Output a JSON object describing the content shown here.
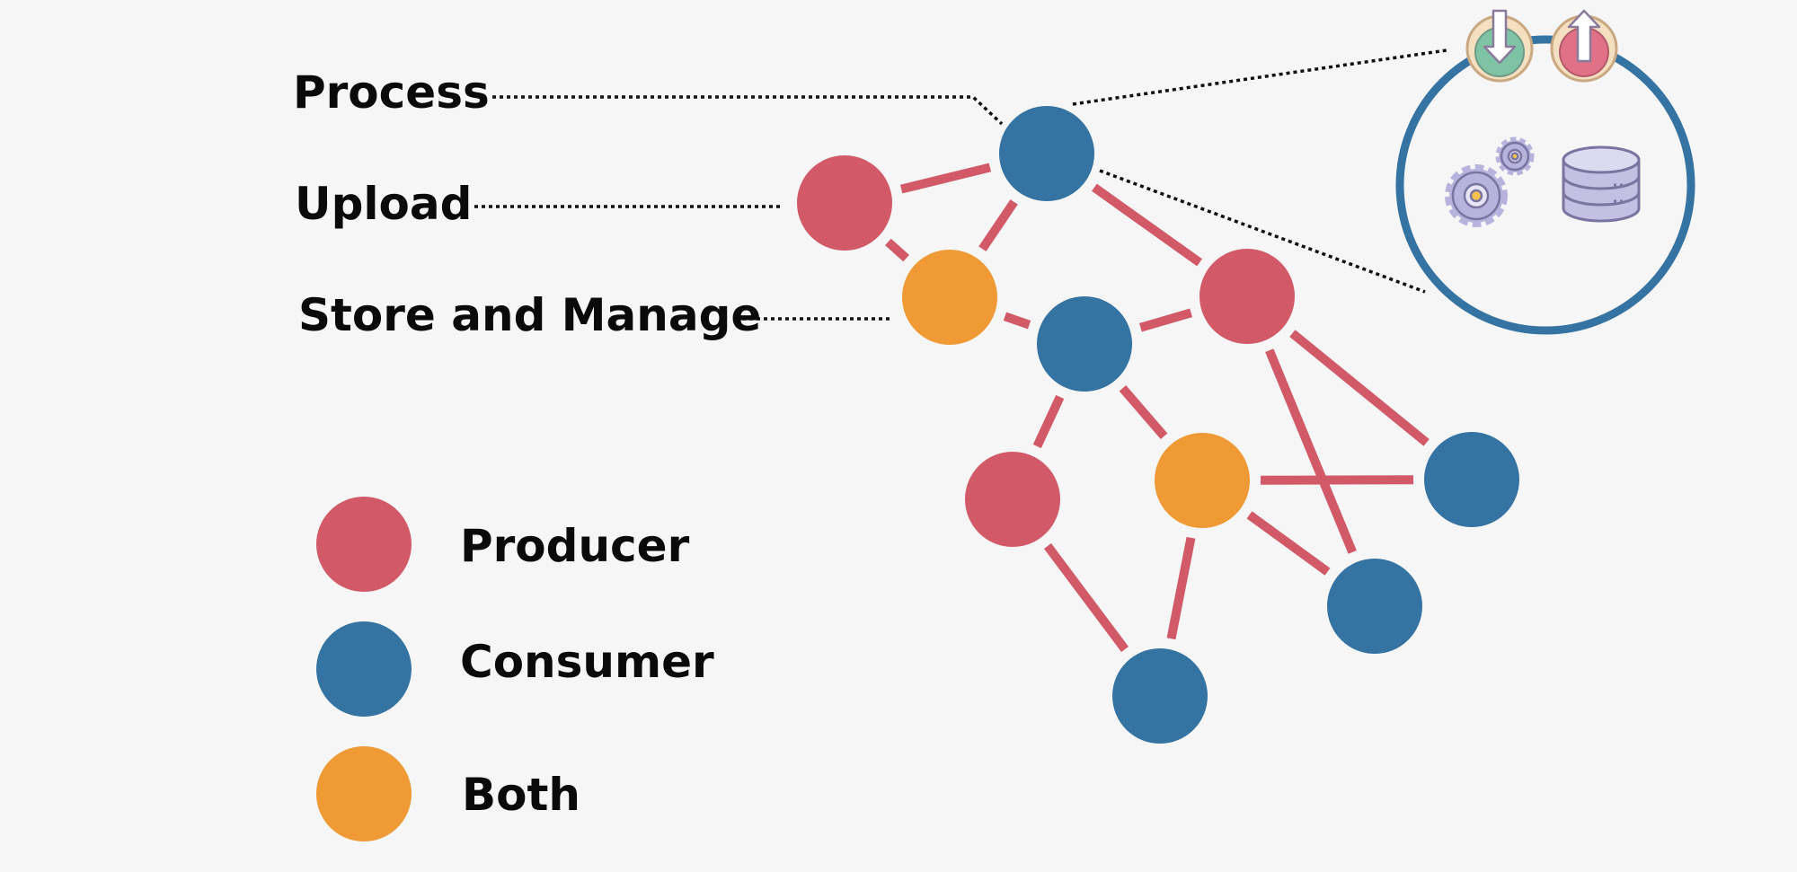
{
  "labels": {
    "process": "Process",
    "upload": "Upload",
    "store_manage": "Store and Manage"
  },
  "legend": {
    "producer": "Producer",
    "consumer": "Consumer",
    "both": "Both"
  },
  "colors": {
    "producer": "#d25a68",
    "consumer": "#3573a3",
    "both": "#f09a36",
    "edge": "#d25a68",
    "background": "#f6f6f6",
    "leader": "#111111"
  },
  "nodes": [
    {
      "id": "n1",
      "role": "consumer"
    },
    {
      "id": "n2",
      "role": "producer"
    },
    {
      "id": "n3",
      "role": "both"
    },
    {
      "id": "n4",
      "role": "consumer"
    },
    {
      "id": "n5",
      "role": "producer"
    },
    {
      "id": "n6",
      "role": "producer"
    },
    {
      "id": "n7",
      "role": "both"
    },
    {
      "id": "n8",
      "role": "consumer"
    },
    {
      "id": "n9",
      "role": "consumer"
    },
    {
      "id": "n10",
      "role": "consumer"
    }
  ],
  "edges": [
    [
      "n2",
      "n1"
    ],
    [
      "n2",
      "n3"
    ],
    [
      "n3",
      "n1"
    ],
    [
      "n1",
      "n5"
    ],
    [
      "n3",
      "n4"
    ],
    [
      "n4",
      "n5"
    ],
    [
      "n4",
      "n6"
    ],
    [
      "n4",
      "n7"
    ],
    [
      "n5",
      "n8"
    ],
    [
      "n5",
      "n9"
    ],
    [
      "n7",
      "n8"
    ],
    [
      "n7",
      "n9"
    ],
    [
      "n7",
      "n10"
    ],
    [
      "n6",
      "n10"
    ]
  ],
  "zoom_icons": [
    "download-icon",
    "upload-icon",
    "gears-icon",
    "database-icon"
  ]
}
